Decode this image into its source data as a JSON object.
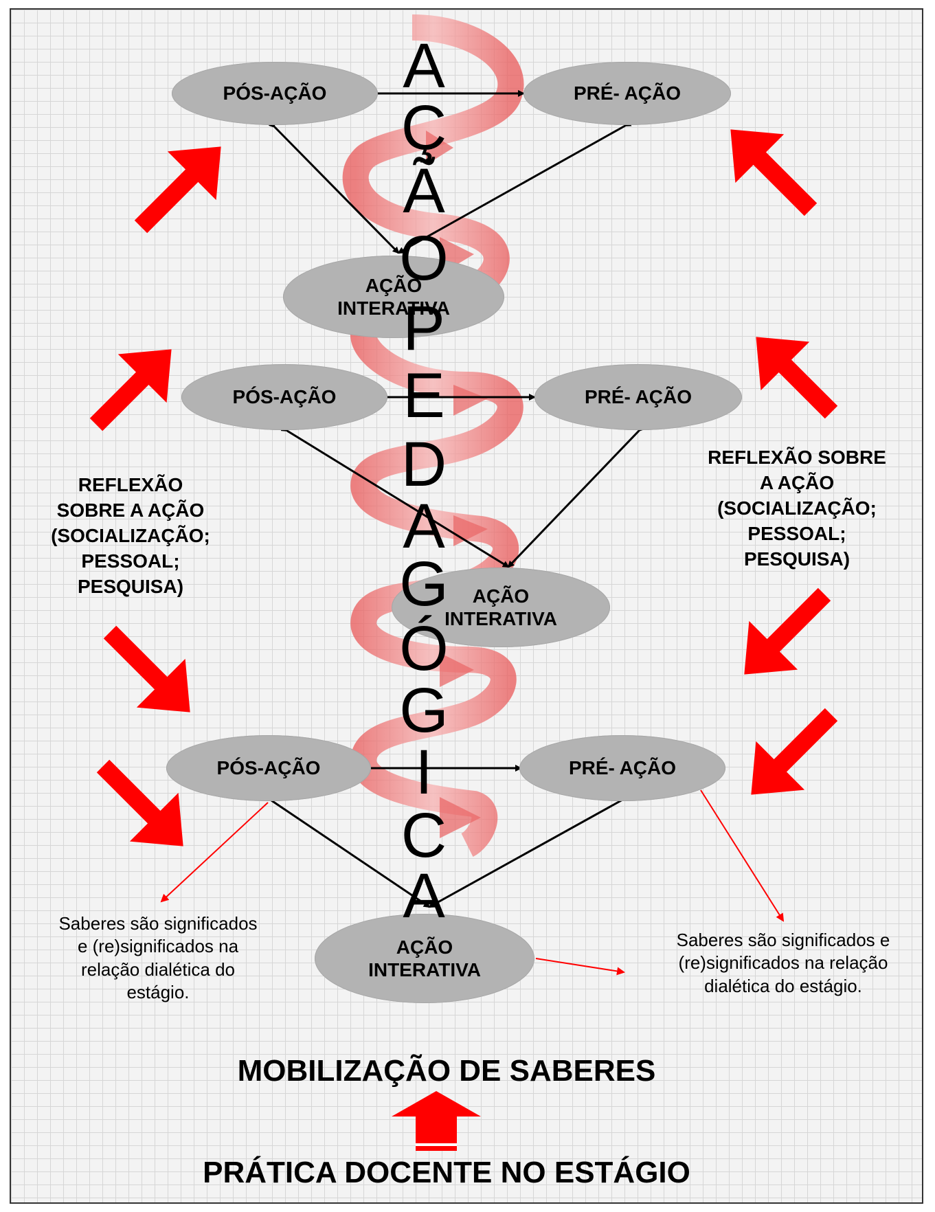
{
  "diagram": {
    "vertical_title_letters": [
      "A",
      "Ç",
      "Ã",
      "O",
      "P",
      "E",
      "D",
      "A",
      "G",
      "Ó",
      "G",
      "I",
      "C",
      "A"
    ],
    "levels": [
      {
        "pos_acao": "PÓS-AÇÃO",
        "pre_acao": "PRÉ- AÇÃO",
        "acao_interativa": "AÇÃO\nINTERATIVA"
      },
      {
        "pos_acao": "PÓS-AÇÃO",
        "pre_acao": "PRÉ- AÇÃO",
        "acao_interativa": "AÇÃO\nINTERATIVA"
      },
      {
        "pos_acao": "PÓS-AÇÃO",
        "pre_acao": "PRÉ- AÇÃO",
        "acao_interativa": "AÇÃO\nINTERATIVA"
      }
    ],
    "reflexao_left": "REFLEXÃO\nSOBRE A AÇÃO\n(SOCIALIZAÇÃO;\nPESSOAL;\nPESQUISA)",
    "reflexao_right": "REFLEXÃO SOBRE\nA AÇÃO\n(SOCIALIZAÇÃO;\nPESSOAL;\nPESQUISA)",
    "saberes_left": "Saberes são significados\ne (re)significados na\nrelação dialética do\nestágio.",
    "saberes_right": "Saberes são significados e\n(re)significados na relação\ndialética do estágio.",
    "mobilizacao": "MOBILIZAÇÃO DE SABERES",
    "pratica": "PRÁTICA DOCENTE NO ESTÁGIO",
    "colors": {
      "accent_red": "#ff0000",
      "spiral_fill": "#f08a8a",
      "ellipse_fill": "#b3b3b3",
      "connector": "#000000"
    }
  }
}
